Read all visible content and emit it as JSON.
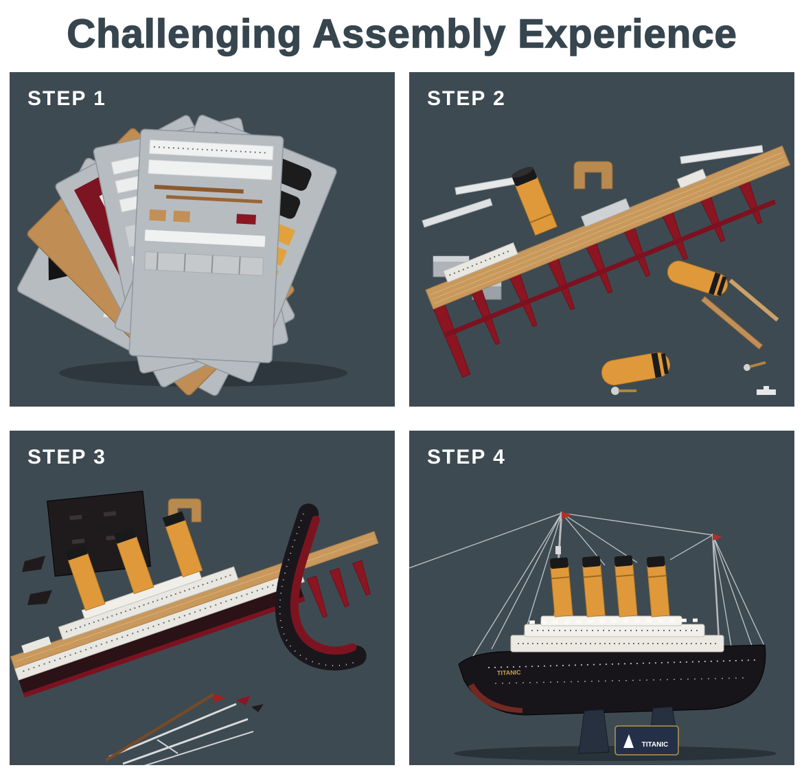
{
  "page": {
    "title": "Challenging Assembly Experience"
  },
  "colors": {
    "background": "#ffffff",
    "panel": "#3e4a52",
    "title_text": "#36454e",
    "step_label": "#ffffff",
    "deck_tan": "#c8985c",
    "hull_red": "#8c1522",
    "funnel_orange": "#e0993a",
    "funnel_cap": "#191919",
    "hull_black": "#17141a",
    "superstructure": "#ece9e2"
  },
  "steps": [
    {
      "label": "STEP 1"
    },
    {
      "label": "STEP 2"
    },
    {
      "label": "STEP 3"
    },
    {
      "label": "STEP 4"
    }
  ],
  "step4": {
    "ship_name": "TITANIC",
    "stand_label": "TITANIC"
  }
}
